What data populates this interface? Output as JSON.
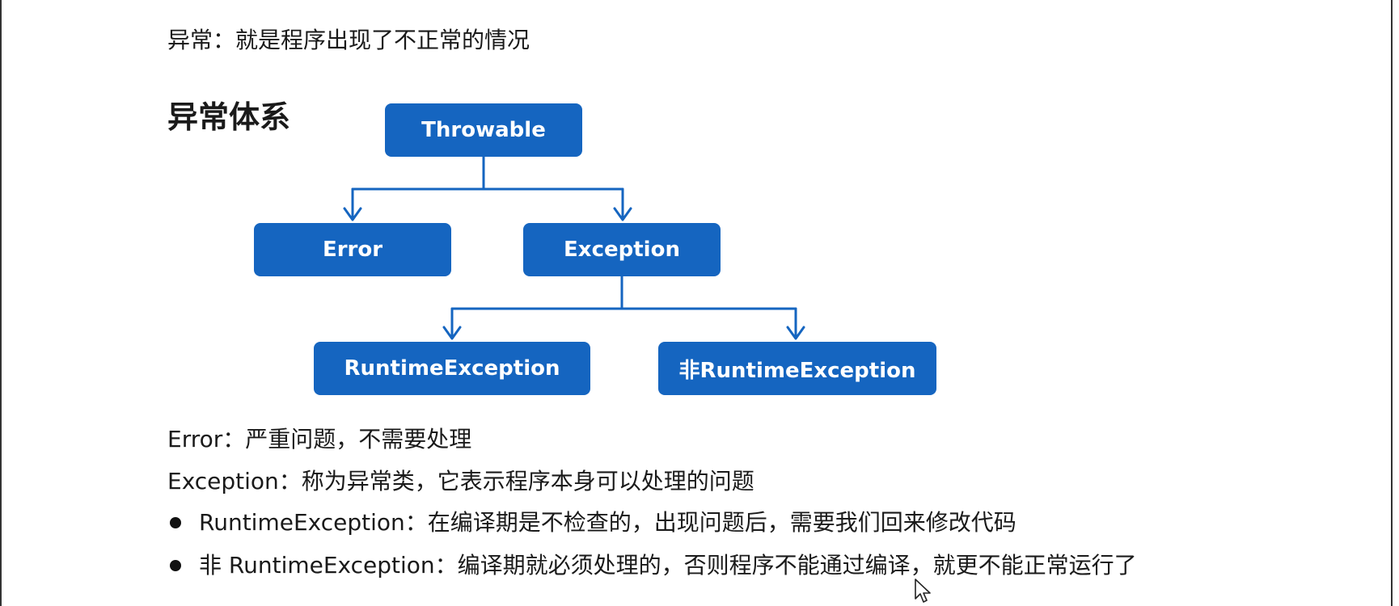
{
  "intro": "异常：就是程序出现了不正常的情况",
  "section_title": "异常体系",
  "diagram": {
    "nodes": {
      "throwable": "Throwable",
      "error": "Error",
      "exception": "Exception",
      "runtime": "RuntimeException",
      "nonruntime": "非RuntimeException"
    },
    "colors": {
      "node_fill": "#1565c0",
      "connector": "#1565c0",
      "node_text": "#ffffff"
    }
  },
  "descriptions": {
    "error": "Error：严重问题，不需要处理",
    "exception": "Exception：称为异常类，它表示程序本身可以处理的问题"
  },
  "bullets": [
    "RuntimeException：在编译期是不检查的，出现问题后，需要我们回来修改代码",
    "非 RuntimeException：编译期就必须处理的，否则程序不能通过编译，就更不能正常运行了"
  ]
}
